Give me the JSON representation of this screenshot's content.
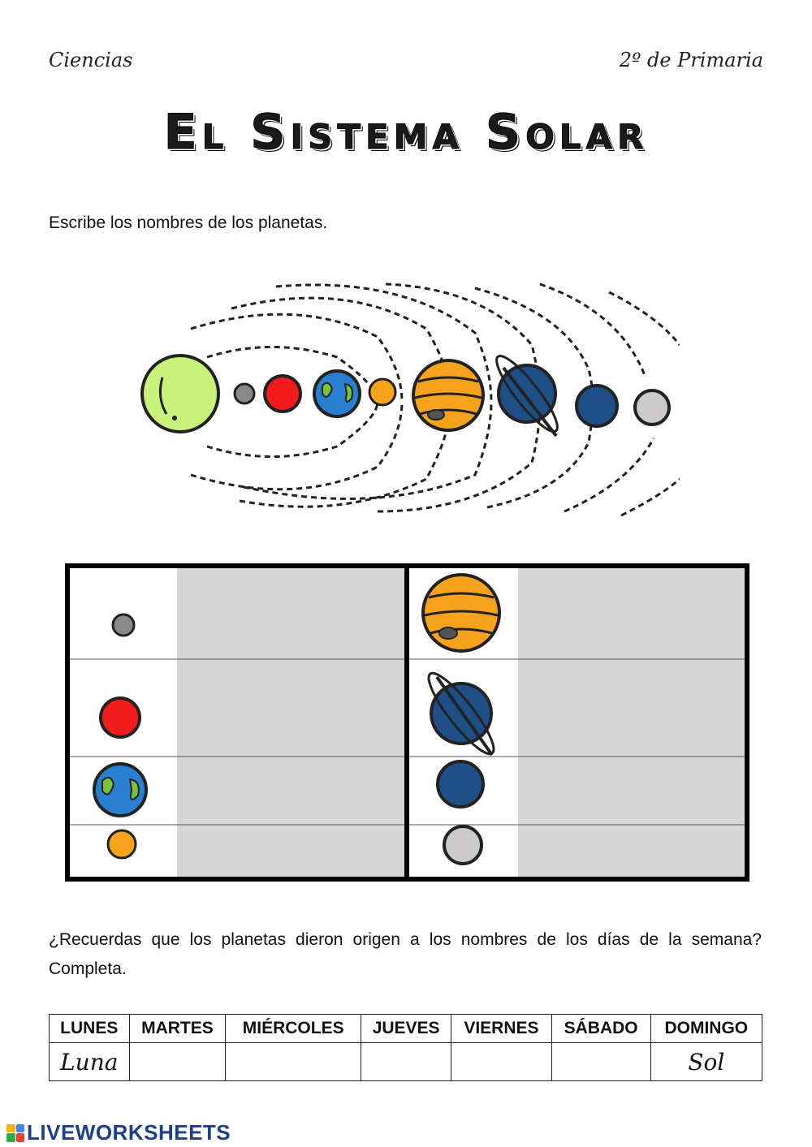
{
  "header": {
    "subject": "Ciencias",
    "grade": "2º de Primaria"
  },
  "title": "El Sistema Solar",
  "instruction": "Escribe los nombres de los planetas.",
  "question": "¿Recuerdas que los planetas dieron origen a los nombres de los días de la semana? Completa.",
  "days_table": {
    "headers": [
      "LUNES",
      "MARTES",
      "MIÉRCOLES",
      "JUEVES",
      "VIERNES",
      "SÁBADO",
      "DOMINGO"
    ],
    "answers": [
      "Luna",
      "",
      "",
      "",
      "",
      "",
      "Sol"
    ]
  },
  "colors": {
    "sun": "#c8f27a",
    "mercury": "#8a8a8a",
    "venus": "#f21b1b",
    "earth_blue": "#2a7fd0",
    "earth_green": "#79c23a",
    "mars": "#f5a21d",
    "jupiter": "#f5a21d",
    "saturn": "#1e4f86",
    "uranus": "#1e4f86",
    "neptune": "#cccaca",
    "answer_box": "#d6d6d6"
  },
  "brand": "LIVEWORKSHEETS"
}
